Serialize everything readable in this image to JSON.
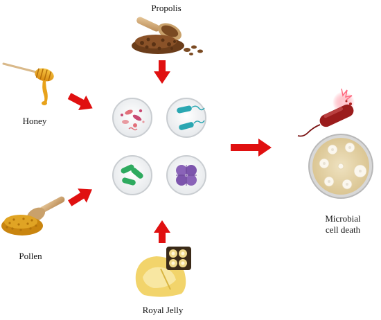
{
  "labels": {
    "propolis": "Propolis",
    "honey": "Honey",
    "pollen": "Pollen",
    "royal_jelly": "Royal Jelly",
    "outcome_line1": "Microbial",
    "outcome_line2": "cell death"
  },
  "icons": {
    "propolis": "propolis-scoop-icon",
    "honey": "honey-dipper-icon",
    "pollen": "pollen-scoop-icon",
    "royal_jelly": "royal-jelly-icon",
    "microbes": [
      "mixed-microbes-icon",
      "flagellated-bacteria-icon",
      "rod-bacteria-icon",
      "coccus-cluster-icon"
    ],
    "bursting_bacterium": "bursting-bacterium-icon",
    "petri_dish": "petri-dish-inhibition-icon"
  },
  "colors": {
    "arrow": "#e01010",
    "circle_bg": "#eef0f2",
    "circle_border": "#c9cdd1",
    "teal_bacteria": "#2aa7b2",
    "green_bacteria": "#2eaa5f",
    "purple_cocci": "#8a63b8",
    "pink_microbes": "#e2707a",
    "bacterium_red": "#9b1c1c",
    "agar": "#e9d9b5",
    "honey": "#e8a21a",
    "propolis": "#7a4a22",
    "pollen": "#d99a1c",
    "royal_jelly": "#f2d46b"
  }
}
